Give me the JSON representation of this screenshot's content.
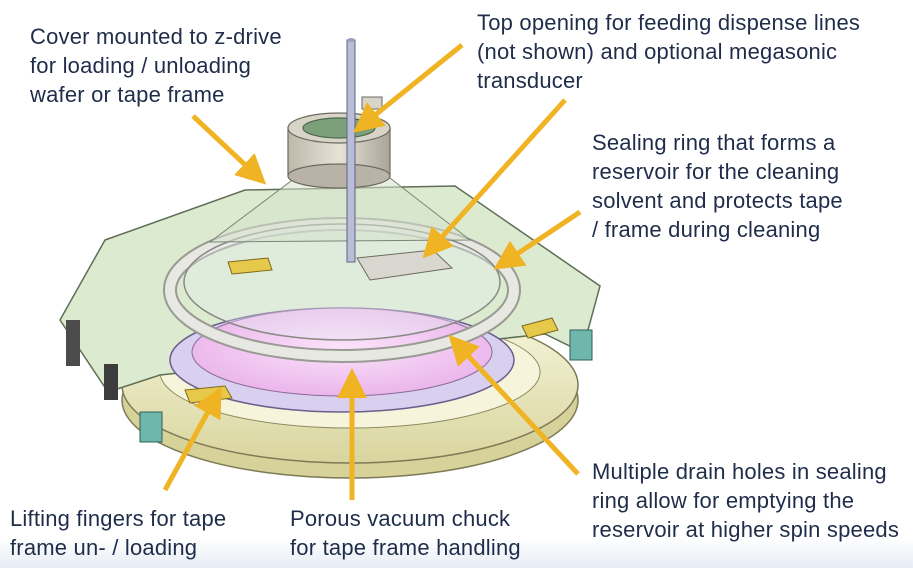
{
  "labels": {
    "cover": "Cover mounted to z-drive\nfor loading / unloading\nwafer or tape frame",
    "top_opening": "Top opening for feeding dispense lines\n(not shown) and optional megasonic\ntransducer",
    "sealing_ring": "Sealing ring that forms a\nreservoir  for the cleaning\nsolvent and protects tape\n/ frame during cleaning",
    "drain_holes": "Multiple drain holes in sealing\nring allow for emptying the\nreservoir  at higher spin speeds",
    "lifting_fingers": "Lifting fingers for tape\nframe un- / loading",
    "porous_chuck": "Porous vacuum chuck\nfor tape frame handling"
  },
  "colors": {
    "arrow": "#f0b323",
    "text": "#1f2d4a",
    "chuck": "#f2c4f0",
    "base_ring": "#f1efc6",
    "plate": "#d9ebc9",
    "connector": "#6fb6ad",
    "fingers": "#e6c84a"
  }
}
